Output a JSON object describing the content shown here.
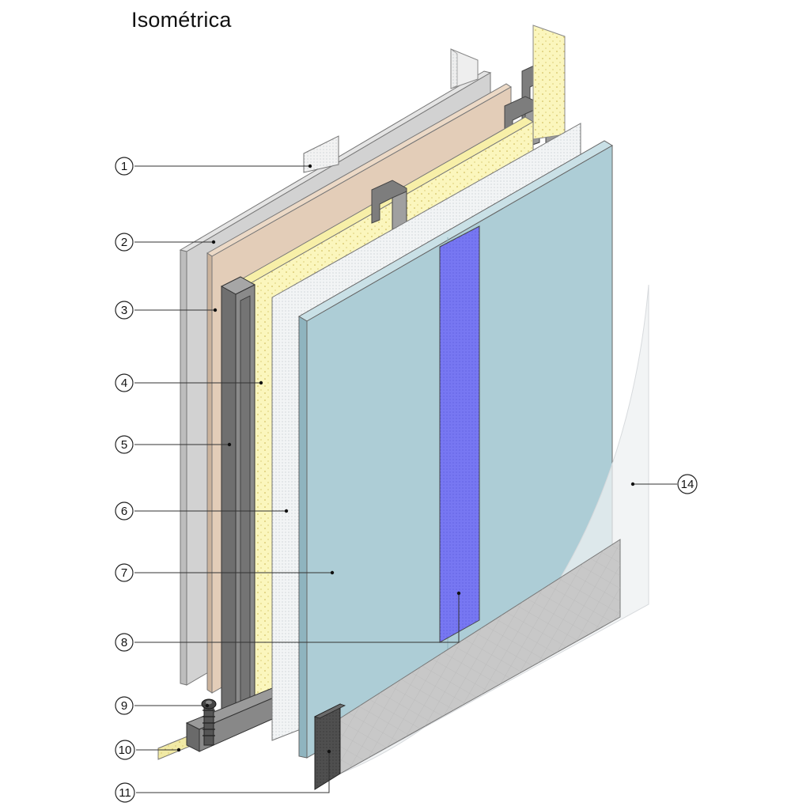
{
  "title": "Isométrica",
  "callouts": [
    {
      "id": "1",
      "label": "1"
    },
    {
      "id": "2",
      "label": "2"
    },
    {
      "id": "3",
      "label": "3"
    },
    {
      "id": "4",
      "label": "4"
    },
    {
      "id": "5",
      "label": "5"
    },
    {
      "id": "6",
      "label": "6"
    },
    {
      "id": "7",
      "label": "7"
    },
    {
      "id": "8",
      "label": "8"
    },
    {
      "id": "9",
      "label": "9"
    },
    {
      "id": "10",
      "label": "10"
    },
    {
      "id": "11",
      "label": "11"
    },
    {
      "id": "14",
      "label": "14"
    }
  ],
  "colors": {
    "back_board": "#d2d2d2",
    "membrane": "#e3cdb8",
    "insulation": "#fbf6bd",
    "metal_stud": "#8a8a8a",
    "fiber_board": "#f2f4f5",
    "gypsum_board": "#adcdd6",
    "joint_tape": "#7777f2",
    "base_mesh": "#c8c8c8",
    "plinth": "#4f4f4f",
    "finish_layer": "#f3f4f5"
  }
}
